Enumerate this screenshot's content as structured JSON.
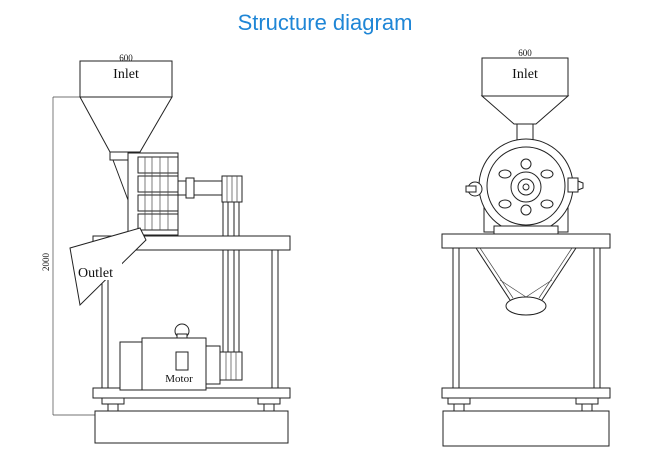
{
  "title": "Structure diagram",
  "side_view": {
    "width_dim": "600",
    "height_dim": "2000",
    "inlet_label": "Inlet",
    "outlet_label": "Outlet",
    "motor_label": "Motor"
  },
  "front_view": {
    "width_dim": "600",
    "inlet_label": "Inlet"
  },
  "colors": {
    "title": "#1f86d6",
    "lines": "#222222"
  }
}
